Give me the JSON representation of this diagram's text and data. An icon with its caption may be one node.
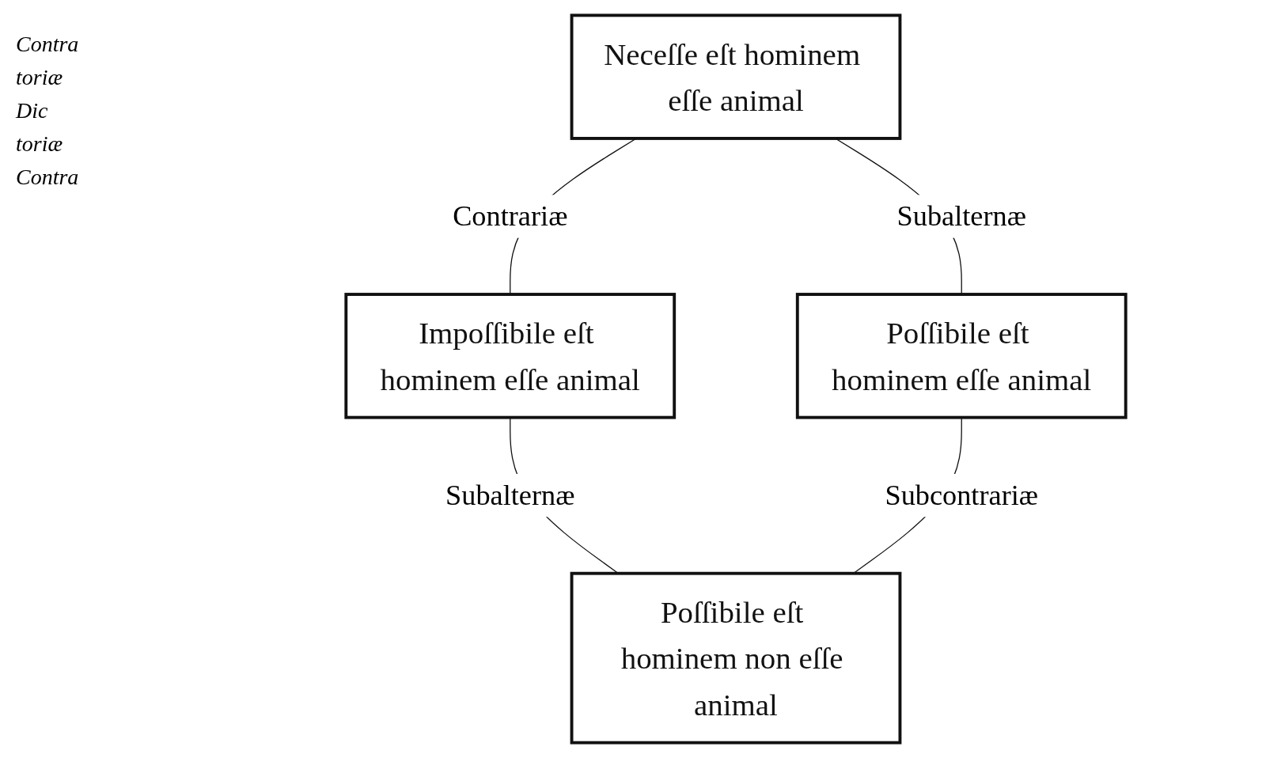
{
  "diagram": {
    "nodes": [
      {
        "text": [
          "Neceſſe eſt hominem eſſe animal"
        ]
      },
      {
        "text": [
          "Impoſſibile eſt hominem eſſe animal"
        ]
      },
      {
        "text": [
          "Poſſibile eſt hominem eſſe animal"
        ]
      },
      {
        "text": [
          "Poſſibile eſt hominem non eſſe animal"
        ]
      }
    ],
    "edges": [
      {
        "from": 0,
        "to": 1,
        "arrow": "none",
        "label": "Contrariæ"
      },
      {
        "from": 0,
        "to": 2,
        "arrow": "none",
        "label": "Subalternæ"
      },
      {
        "from": 1,
        "to": 3,
        "arrow": "none",
        "label": "Subalternæ"
      },
      {
        "from": 2,
        "to": 3,
        "arrow": "none",
        "label": "Subcontrariæ"
      }
    ],
    "labels": [
      "Contra",
      "toriæ",
      "Dic",
      "toriæ",
      "Contra"
    ]
  }
}
